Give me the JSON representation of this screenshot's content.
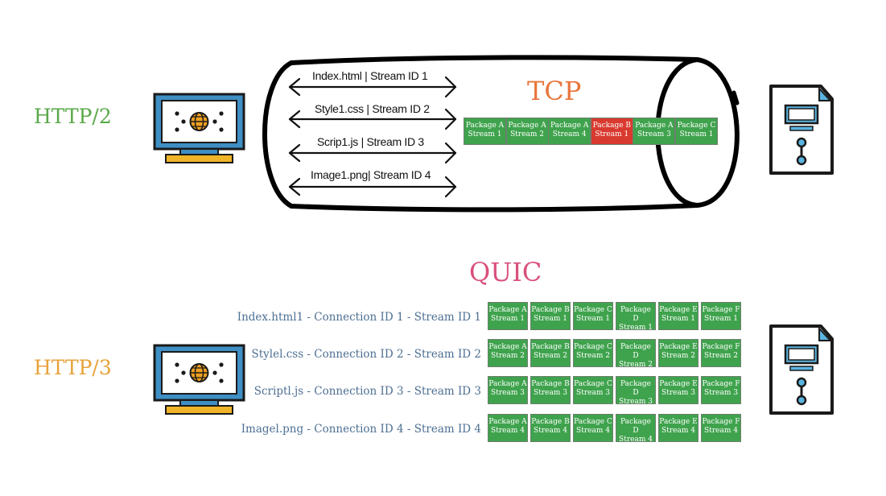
{
  "colors": {
    "http2": "#5aa84a",
    "http3": "#e8a23a",
    "tcp": "#e8743a",
    "quic": "#d94f7a",
    "packet_ok": "#3fa34d",
    "packet_lost": "#d93a2f",
    "monitor_blue": "#3f8fc4",
    "stand_yellow": "#f0b429",
    "globe_orange": "#f0a020",
    "quic_label": "#4d6f93"
  },
  "http2": {
    "label": "HTTP/2",
    "tcp_title": "TCP",
    "streams": [
      "Index.html | Stream ID 1",
      "Style1.css | Stream ID 2",
      "Scrip1.js | Stream ID 3",
      "Image1.png| Stream ID 4"
    ],
    "packets": [
      {
        "line1": "Package A",
        "line2": "Stream 1",
        "lost": false
      },
      {
        "line1": "Package A",
        "line2": "Stream 2",
        "lost": false
      },
      {
        "line1": "Package A",
        "line2": "Stream 4",
        "lost": false
      },
      {
        "line1": "Package B",
        "line2": "Stream 1",
        "lost": true
      },
      {
        "line1": "Package A",
        "line2": "Stream 3",
        "lost": false
      },
      {
        "line1": "Package C",
        "line2": "Stream 1",
        "lost": false
      }
    ]
  },
  "http3": {
    "label": "HTTP/3",
    "quic_title": "QUIC",
    "rows": [
      {
        "label": "Index.html1 - Connection ID 1 - Stream ID 1",
        "packets": [
          {
            "line1": "Package A",
            "line2": "Stream 1"
          },
          {
            "line1": "Package B",
            "line2": "Stream 1"
          },
          {
            "line1": "Package C",
            "line2": "Stream 1"
          },
          {
            "line1": "Package D",
            "line2": "Stream 1"
          },
          {
            "line1": "Package E",
            "line2": "Stream 1"
          },
          {
            "line1": "Package F",
            "line2": "Stream 1"
          }
        ]
      },
      {
        "label": "Stylel.css - Connection ID 2 - Stream ID 2",
        "packets": [
          {
            "line1": "Package A",
            "line2": "Stream 2"
          },
          {
            "line1": "Package B",
            "line2": "Stream 2"
          },
          {
            "line1": "Package C",
            "line2": "Stream 2"
          },
          {
            "line1": "Package D",
            "line2": "Stream 2"
          },
          {
            "line1": "Package E",
            "line2": "Stream 2"
          },
          {
            "line1": "Package F",
            "line2": "Stream 2"
          }
        ]
      },
      {
        "label": "Scriptl.js - Connection ID 3 - Stream ID 3",
        "packets": [
          {
            "line1": "Package A",
            "line2": "Stream 3"
          },
          {
            "line1": "Package B",
            "line2": "Stream 3"
          },
          {
            "line1": "Package C",
            "line2": "Stream 3"
          },
          {
            "line1": "Package D",
            "line2": "Stream 3"
          },
          {
            "line1": "Package E",
            "line2": "Stream 3"
          },
          {
            "line1": "Package F",
            "line2": "Stream 3"
          }
        ]
      },
      {
        "label": "Imagel.png - Connection ID 4 - Stream ID 4",
        "packets": [
          {
            "line1": "Package A",
            "line2": "Stream 4"
          },
          {
            "line1": "Package B",
            "line2": "Stream 4"
          },
          {
            "line1": "Package C",
            "line2": "Stream 4"
          },
          {
            "line1": "Package D",
            "line2": "Stream 4"
          },
          {
            "line1": "Package E",
            "line2": "Stream 4"
          },
          {
            "line1": "Package F",
            "line2": "Stream 4"
          }
        ]
      }
    ]
  },
  "icons": {
    "client": "monitor-globe-icon",
    "server": "server-document-icon"
  }
}
